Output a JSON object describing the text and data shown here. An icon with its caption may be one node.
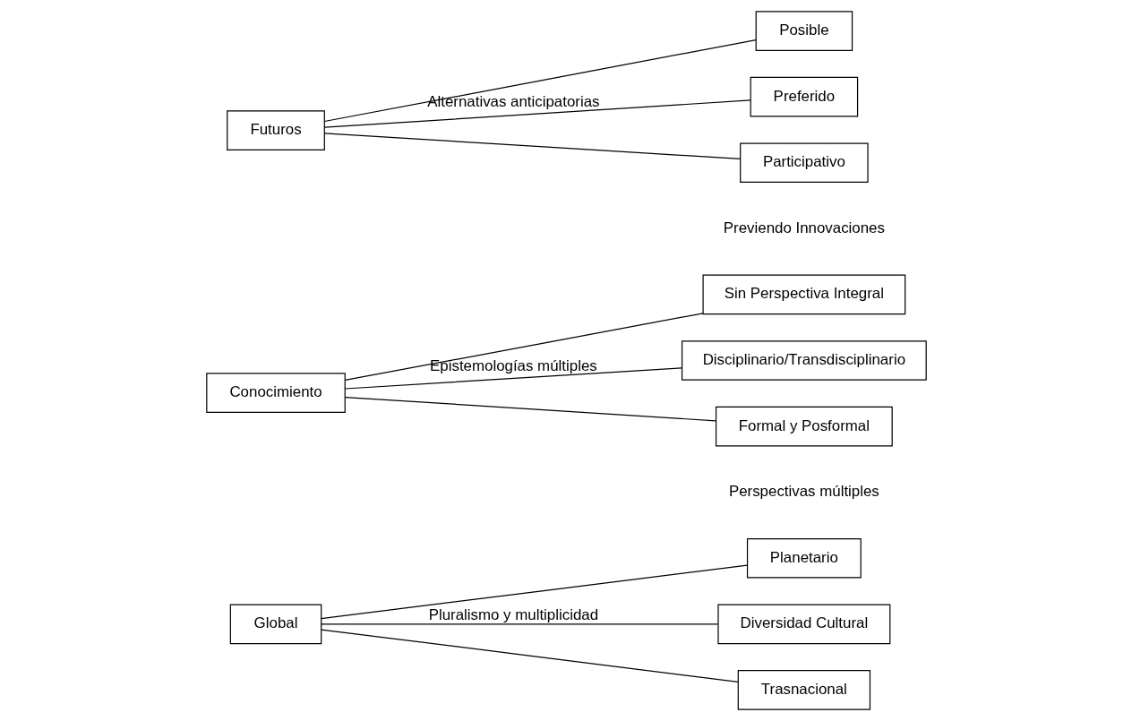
{
  "diagram": {
    "nodes": [
      {
        "text": [
          "Global"
        ]
      },
      {
        "text": [
          "Planetario"
        ]
      },
      {
        "text": [
          "Diversidad Cultural"
        ]
      },
      {
        "text": [
          "Trasnacional"
        ]
      },
      {
        "text": [
          "Conocimiento"
        ]
      },
      {
        "text": [
          "Sin Perspectiva Integral"
        ]
      },
      {
        "text": [
          "Disciplinario/Transdisciplinario"
        ]
      },
      {
        "text": [
          "Formal y Posformal"
        ]
      },
      {
        "text": [
          "Futuros"
        ]
      },
      {
        "text": [
          "Posible"
        ]
      },
      {
        "text": [
          "Preferido"
        ]
      },
      {
        "text": [
          "Participativo"
        ]
      }
    ],
    "edges": [
      {
        "from": 0,
        "to": 1,
        "arrow": "none"
      },
      {
        "from": 0,
        "to": 2,
        "arrow": "none",
        "label": "Pluralismo y multiplicidad"
      },
      {
        "from": 0,
        "to": 3,
        "arrow": "none"
      },
      {
        "from": 4,
        "to": 5,
        "arrow": "none"
      },
      {
        "from": 4,
        "to": 6,
        "arrow": "none",
        "label": "Epistemologías múltiples"
      },
      {
        "from": 4,
        "to": 7,
        "arrow": "none"
      },
      {
        "from": 8,
        "to": 9,
        "arrow": "none"
      },
      {
        "from": 8,
        "to": 10,
        "arrow": "none",
        "label": "Alternativas anticipatorias"
      },
      {
        "from": 8,
        "to": 11,
        "arrow": "none"
      }
    ],
    "labels": [
      "Perspectivas múltiples",
      "Previendo Innovaciones"
    ]
  }
}
